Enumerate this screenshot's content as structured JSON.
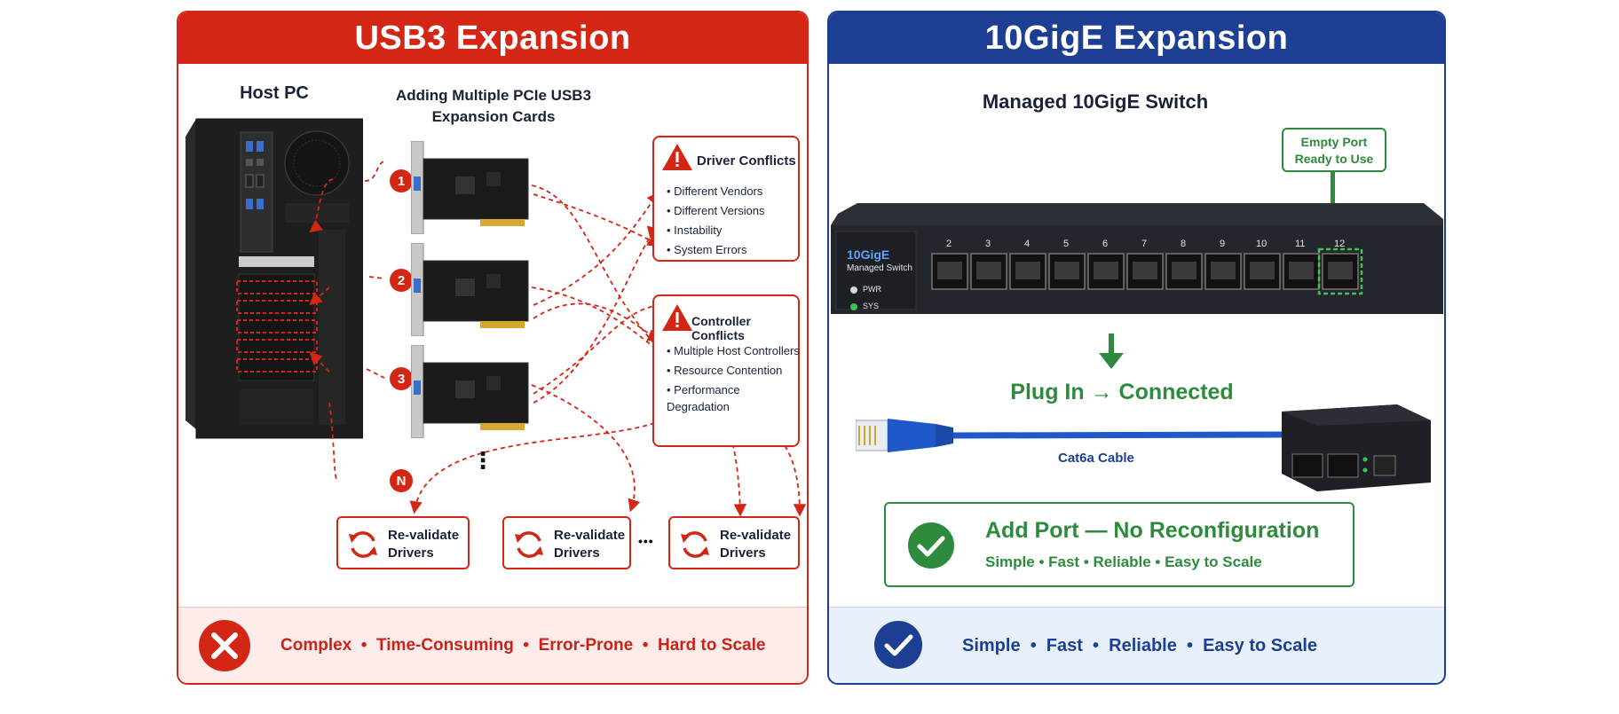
{
  "left_panel": {
    "title": "USB3 Expansion",
    "host_label": "Host PC",
    "cards_label_line1": "Adding Multiple PCIe USB3",
    "cards_label_line2": "Expansion Cards",
    "markers": [
      "1",
      "2",
      "3",
      "N"
    ],
    "ellipsis": "⋮",
    "driver_conflicts": {
      "title": "Driver Conflicts",
      "items": [
        "Different Vendors",
        "Different Versions",
        "Instability",
        "System Errors"
      ]
    },
    "controller_conflicts": {
      "title": "Controller Conflicts",
      "items": [
        "Multiple Host Controllers",
        "Resource Contention",
        "Performance Degradation"
      ]
    },
    "revalidate_line1": "Re-validate",
    "revalidate_line2": "Drivers",
    "revalidate_dots": "•••",
    "footer_text": "Complex  •  Time-Consuming  •  Error-Prone  •  Hard to Scale"
  },
  "right_panel": {
    "title": "10GigE Expansion",
    "switch_label": "Managed 10GigE Switch",
    "empty_port_line1": "Empty Port",
    "empty_port_line2": "Ready to Use",
    "switch_brand": "10GigE",
    "switch_sub": "Managed Switch",
    "led_pwr": "PWR",
    "led_sys": "SYS",
    "port_numbers": [
      "2",
      "3",
      "4",
      "5",
      "6",
      "7",
      "8",
      "9",
      "10",
      "11",
      "12"
    ],
    "plug_text": "Plug In → Connected",
    "cable_label": "Cat6a Cable",
    "success_title": "Add Port — No Reconfiguration",
    "success_sub": "Simple • Fast • Reliable • Easy to Scale",
    "footer_text": "Simple  •  Fast  •  Reliable  •  Easy to Scale"
  },
  "colors": {
    "red": "#d42615",
    "blue": "#1d3f93",
    "green": "#2e8b3e"
  }
}
